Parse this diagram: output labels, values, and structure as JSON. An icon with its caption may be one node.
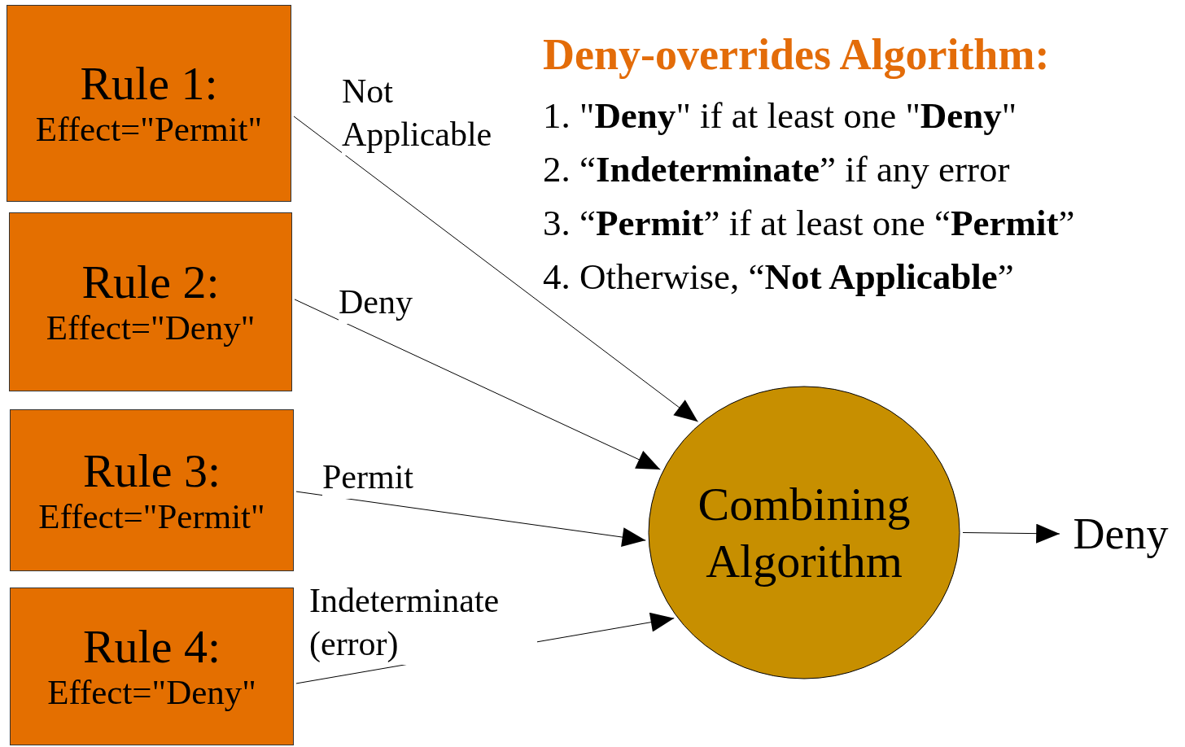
{
  "diagram": {
    "title": "Deny-overrides Algorithm:",
    "nodes": [
      {
        "text": [
          "Rule 1:",
          "Effect=\"Permit\""
        ]
      },
      {
        "text": [
          "Rule 2:",
          "Effect=\"Deny\""
        ]
      },
      {
        "text": [
          "Rule 3:",
          "Effect=\"Permit\""
        ]
      },
      {
        "text": [
          "Rule 4:",
          "Effect=\"Deny\""
        ]
      },
      {
        "text": [
          "Combining Algorithm"
        ]
      },
      {
        "text": [
          "Deny"
        ]
      }
    ],
    "edges": [
      {
        "from": 0,
        "to": 4,
        "arrow": "to",
        "label": "Not Applicable"
      },
      {
        "from": 1,
        "to": 4,
        "arrow": "to",
        "label": "Deny"
      },
      {
        "from": 2,
        "to": 4,
        "arrow": "to",
        "label": "Permit"
      },
      {
        "from": 3,
        "to": 4,
        "arrow": "to",
        "label": "Indeterminate (error)"
      },
      {
        "from": 4,
        "to": 5,
        "arrow": "to"
      }
    ],
    "labels": [
      "1. \"**Deny**\" if at least one \"**Deny**\"",
      "2. “**Indeterminate**” if any error",
      "3. “**Permit**” if at least one “**Permit**”",
      "4. Otherwise, “**Not Applicable**”"
    ]
  }
}
